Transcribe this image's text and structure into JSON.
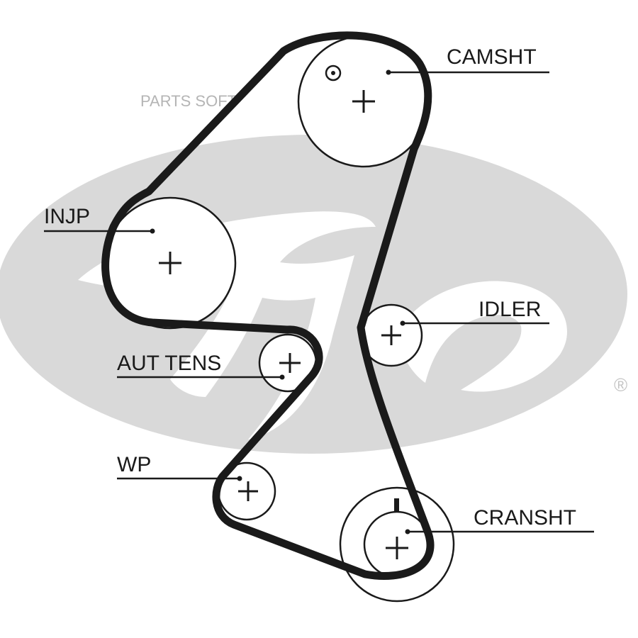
{
  "watermark": {
    "text": "PARTS SOFT"
  },
  "brand": {
    "logo": "gates-logo",
    "registered_mark": "®"
  },
  "components": {
    "camshaft": {
      "label": "CAMSHT"
    },
    "injection_pump": {
      "label": "INJP"
    },
    "idler": {
      "label": "IDLER"
    },
    "auto_tensioner": {
      "label": "AUT TENS"
    },
    "water_pump": {
      "label": "WP"
    },
    "crankshaft": {
      "label": "CRANSHT"
    }
  },
  "colors": {
    "belt": "#1a1a1a",
    "logo_ellipse": "#d9d9d9",
    "labels": "#1a1a1a"
  }
}
